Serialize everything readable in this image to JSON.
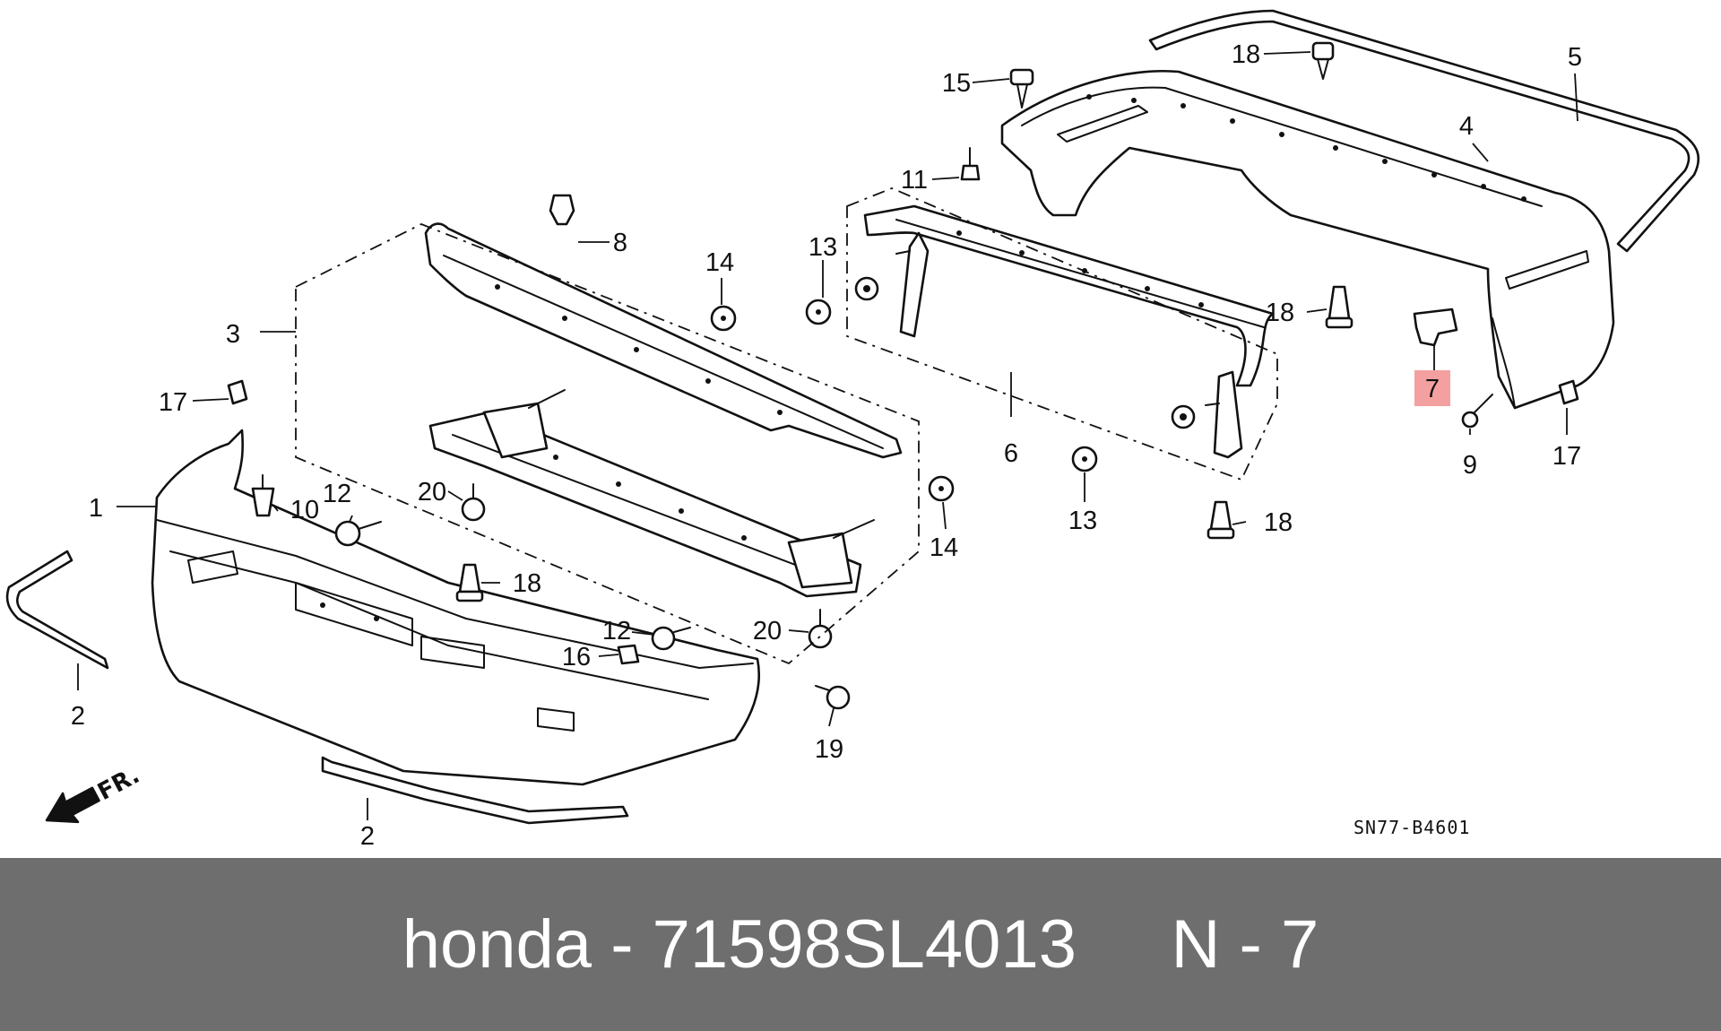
{
  "diagram": {
    "reference_code": "SN77-B4601",
    "direction_label": "FR.",
    "highlight_color": "#f4a0a0",
    "highlighted_callout": "7",
    "callouts": [
      "1",
      "2",
      "2",
      "3",
      "4",
      "5",
      "6",
      "7",
      "8",
      "9",
      "10",
      "11",
      "12",
      "12",
      "13",
      "13",
      "14",
      "14",
      "15",
      "16",
      "17",
      "17",
      "18",
      "18",
      "18",
      "18",
      "19",
      "20",
      "20"
    ]
  },
  "footer": {
    "text": "honda - 71598SL4013     N - 7",
    "background": "#6e6e6e",
    "text_color": "#ffffff"
  }
}
